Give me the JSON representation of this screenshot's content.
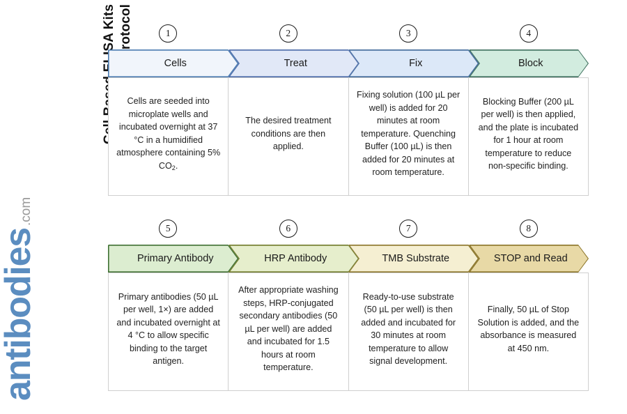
{
  "title": {
    "line1": "Cell Based ELISA Kits",
    "line2": "Quick Protocol"
  },
  "logo": {
    "word": "antibodies",
    "tld": ".com",
    "word_color": "#5b8dc0",
    "tld_color": "#9a9a9a"
  },
  "rows": [
    {
      "name": "row-1",
      "steps": [
        {
          "number": "1",
          "label": "Cells",
          "fill": "#f1f5fb",
          "stroke": "#4a7ab0",
          "body": "Cells are seeded into microplate wells and incubated overnight at 37 °C in a humidified atmosphere containing 5% CO",
          "body_sub": "2",
          "body_tail": "."
        },
        {
          "number": "2",
          "label": "Treat",
          "fill": "#e1e8f7",
          "stroke": "#4a6aa8",
          "body": "The desired treatment conditions are then applied."
        },
        {
          "number": "3",
          "label": "Fix",
          "fill": "#dce8f8",
          "stroke": "#3f6898",
          "body": "Fixing solution (100 µL per well) is added for 20 minutes at room temperature. Quenching Buffer (100 µL) is then added for 20 minutes at room temperature."
        },
        {
          "number": "4",
          "label": "Block",
          "fill": "#d2ecdf",
          "stroke": "#3e6f5e",
          "body": "Blocking Buffer (200 µL per well) is then applied, and the plate is incubated for 1 hour at room temperature to reduce non-specific binding."
        }
      ]
    },
    {
      "name": "row-2",
      "steps": [
        {
          "number": "5",
          "label": "Primary Antibody",
          "fill": "#dcedd0",
          "stroke": "#3f7033",
          "body": "Primary antibodies (50 µL per well, 1×) are added and incubated overnight at 4 °C to allow specific binding to the target antigen."
        },
        {
          "number": "6",
          "label": "HRP Antibody",
          "fill": "#e6eecc",
          "stroke": "#6f7a2a",
          "body": "After appropriate washing steps, HRP-conjugated secondary antibodies (50 µL per well) are added and incubated for 1.5 hours at room temperature."
        },
        {
          "number": "7",
          "label": "TMB Substrate",
          "fill": "#f5efd2",
          "stroke": "#8a7429",
          "body": "Ready-to-use substrate (50 µL per well) is then added and incubated for 30 minutes at room temperature to allow signal development."
        },
        {
          "number": "8",
          "label": "STOP and Read",
          "fill": "#e8d9a6",
          "stroke": "#8a7429",
          "body": "Finally, 50 µL of Stop Solution is added, and the absorbance is measured at 450 nm."
        }
      ]
    }
  ]
}
